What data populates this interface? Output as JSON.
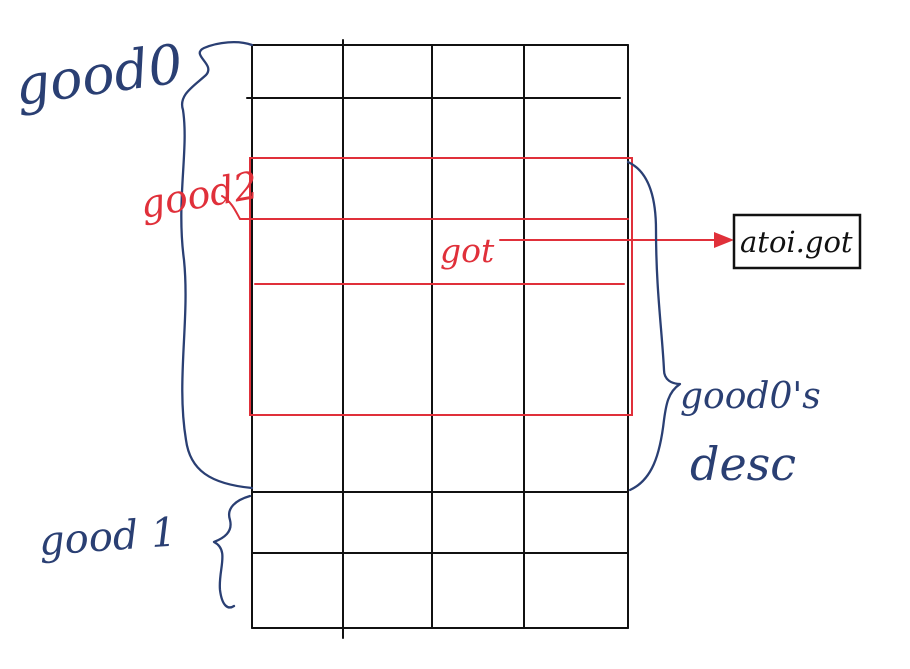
{
  "labels": {
    "good0": "good0",
    "good1": "good 1",
    "good2": "good2",
    "got": "got",
    "good0_desc_line1": "good0's",
    "good0_desc_line2": "desc",
    "target_box": "atoi.got"
  },
  "colors": {
    "grid": "#111111",
    "blue_annotation": "#2a3f73",
    "red_annotation": "#e0303a"
  }
}
